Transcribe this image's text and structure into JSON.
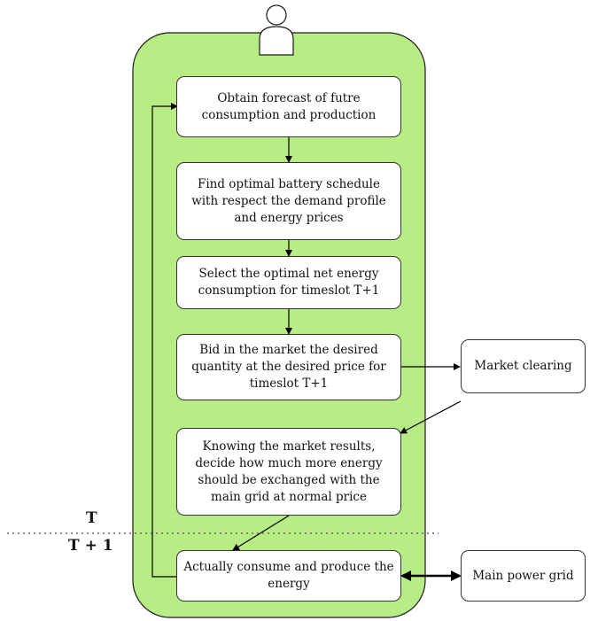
{
  "steps": [
    "Obtain forecast of futre consumption and production",
    "Find optimal battery schedule with respect the demand profile and energy prices",
    "Select the optimal net energy consumption for timeslot T+1",
    "Bid in the market the desired quantity at the desired price for timeslot T+1",
    "Knowing the market results, decide how much more energy should be exchanged with the main grid at normal price",
    "Actually consume and produce the energy"
  ],
  "external": {
    "market_clearing": "Market clearing",
    "main_power_grid": "Main power grid"
  },
  "time_labels": {
    "current": "T",
    "next": "T + 1"
  },
  "colors": {
    "container_fill": "#b8ec85",
    "container_stroke": "#1a1a1a",
    "arrow": "#000000",
    "separator": "#666666"
  },
  "icons": {
    "agent": "person-icon"
  }
}
